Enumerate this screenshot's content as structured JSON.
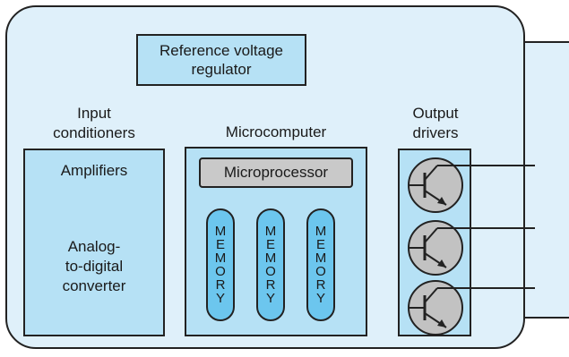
{
  "reference": "Reference voltage\nregulator",
  "input_conditioners": {
    "title": "Input\nconditioners",
    "amplifiers": "Amplifiers",
    "adc": "Analog-\nto-digital\nconverter"
  },
  "microcomputer": {
    "title": "Microcomputer",
    "microprocessor": "Microprocessor",
    "memory_label": "MEMORY"
  },
  "output_drivers": {
    "title": "Output\ndrivers"
  },
  "colors": {
    "panel": "#dff0fa",
    "box": "#b6e1f5",
    "memory": "#6cc6ee",
    "processor": "#c9c9c9",
    "transistor": "#c2c2c2"
  }
}
